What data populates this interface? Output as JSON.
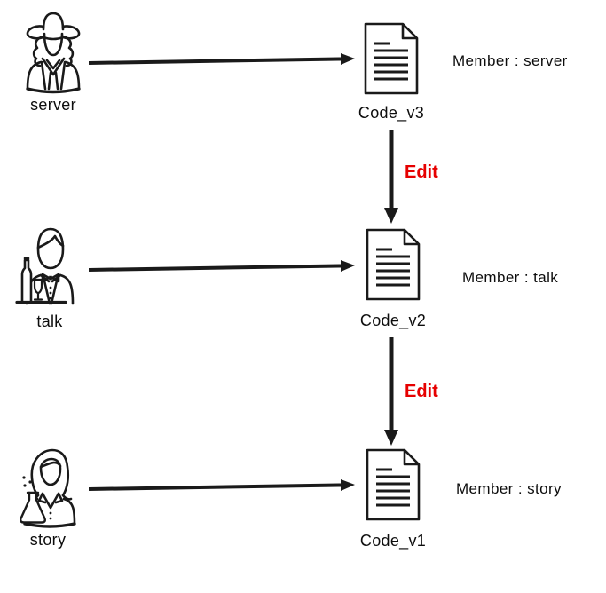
{
  "diagram": {
    "edit_label": "Edit",
    "colors": {
      "stroke": "#1a1a1a",
      "edit_red": "#e60000",
      "background": "#ffffff"
    },
    "rows": [
      {
        "actor": "server",
        "actor_icon": "cowboy-person-icon",
        "doc": "Code_v3",
        "member": "Member : server"
      },
      {
        "actor": "talk",
        "actor_icon": "bartender-person-icon",
        "doc": "Code_v2",
        "member": "Member : talk"
      },
      {
        "actor": "story",
        "actor_icon": "scientist-person-icon",
        "doc": "Code_v1",
        "member": "Member : story"
      }
    ]
  }
}
